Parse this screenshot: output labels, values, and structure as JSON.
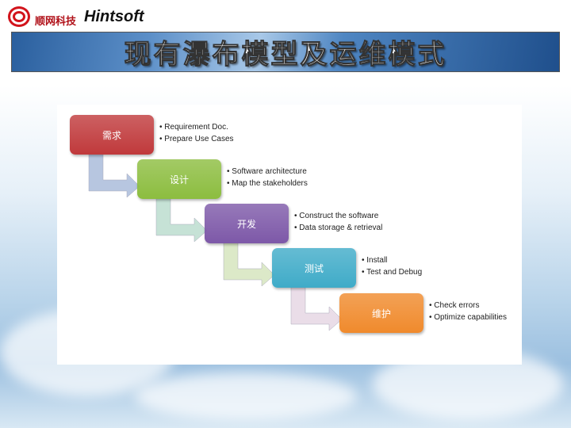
{
  "logo": {
    "cn_name": "顺网科技",
    "brand": "Hintsoft"
  },
  "title": "现有瀑布模型及运维模式",
  "steps": [
    {
      "label": "需求",
      "bullets": [
        "Requirement Doc.",
        "Prepare Use Cases"
      ],
      "color": "#c0393b"
    },
    {
      "label": "设计",
      "bullets": [
        "Software architecture",
        "Map the stakeholders"
      ],
      "color": "#8cbd3f"
    },
    {
      "label": "开发",
      "bullets": [
        "Construct the software",
        "Data storage & retrieval"
      ],
      "color": "#7d58a8"
    },
    {
      "label": "测试",
      "bullets": [
        "Install",
        "Test and Debug"
      ],
      "color": "#3fabc8"
    },
    {
      "label": "维护",
      "bullets": [
        "Check errors",
        "Optimize capabilities"
      ],
      "color": "#f08a2c"
    }
  ],
  "arrow_colors": [
    "#b7c6e0",
    "#c6e2d6",
    "#dce9c8",
    "#eadde8"
  ]
}
